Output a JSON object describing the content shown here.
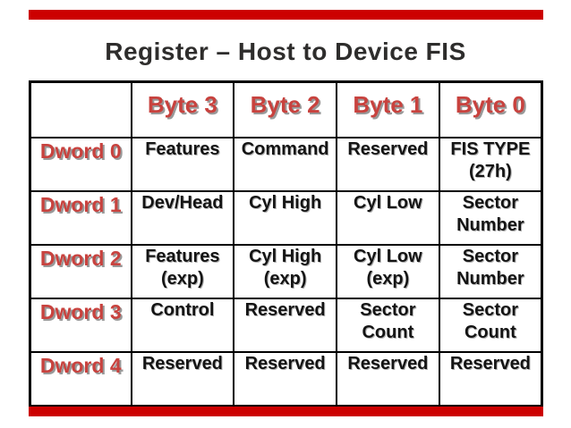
{
  "title": "Register – Host to Device FIS",
  "colors": {
    "accent_bar": "#cc0000",
    "register_red_text": "#c8423e",
    "cell_text": "#141414",
    "title_text": "#2e2d2c",
    "table_border": "#000000",
    "background": "#ffffff"
  },
  "table": {
    "corner": "",
    "columns": [
      "Byte 3",
      "Byte 2",
      "Byte 1",
      "Byte 0"
    ],
    "rows": [
      {
        "label": "Dword 0",
        "cells": [
          "Features",
          "Command",
          "Reserved",
          "FIS TYPE\n(27h)"
        ]
      },
      {
        "label": "Dword 1",
        "cells": [
          "Dev/Head",
          "Cyl High",
          "Cyl Low",
          "Sector\nNumber"
        ]
      },
      {
        "label": "Dword 2",
        "cells": [
          "Features\n(exp)",
          "Cyl High\n(exp)",
          "Cyl Low\n(exp)",
          "Sector\nNumber"
        ]
      },
      {
        "label": "Dword 3",
        "cells": [
          "Control",
          "Reserved",
          "Sector\nCount",
          "Sector\nCount"
        ]
      },
      {
        "label": "Dword 4",
        "cells": [
          "Reserved",
          "Reserved",
          "Reserved",
          "Reserved"
        ]
      }
    ]
  }
}
